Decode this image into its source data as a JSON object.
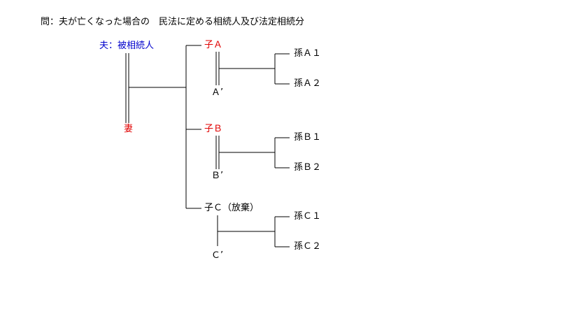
{
  "question": "問：夫が亡くなった場合の　民法に定める相続人及び法定相続分",
  "husband": "夫：被相続人",
  "wife": "妻",
  "children": [
    {
      "label": "子Ａ",
      "spouse": "Ａ’",
      "grandchildren": [
        "孫Ａ１",
        "孫Ａ２"
      ]
    },
    {
      "label": "子Ｂ",
      "spouse": "Ｂ’",
      "grandchildren": [
        "孫Ｂ１",
        "孫Ｂ２"
      ]
    },
    {
      "label": "子Ｃ（放棄）",
      "spouse": "Ｃ’",
      "grandchildren": [
        "孫Ｃ１",
        "孫Ｃ２"
      ]
    }
  ],
  "colors": {
    "heir_highlight": "#e00000",
    "deceased": "#0000cc"
  }
}
